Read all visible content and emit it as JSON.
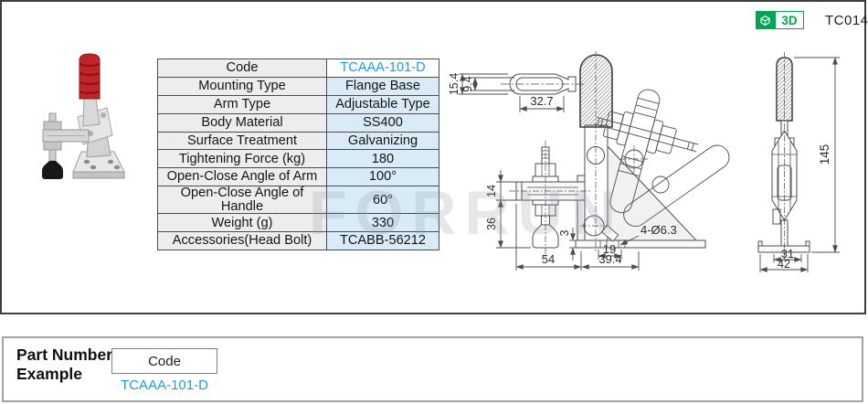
{
  "header": {
    "badge_3d": "3D",
    "product_code": "TC014"
  },
  "spec_table": {
    "rows": [
      {
        "label": "Code",
        "value": "TCAAA-101-D"
      },
      {
        "label": "Mounting Type",
        "value": "Flange Base"
      },
      {
        "label": "Arm Type",
        "value": "Adjustable Type"
      },
      {
        "label": "Body Material",
        "value": "SS400"
      },
      {
        "label": "Surface Treatment",
        "value": "Galvanizing"
      },
      {
        "label": "Tightening Force (kg)",
        "value": "180"
      },
      {
        "label": "Open-Close Angle of Arm",
        "value": "100°"
      },
      {
        "label": "Open-Close  Angle of Handle",
        "value": "60°"
      },
      {
        "label": "Weight (g)",
        "value": "330"
      },
      {
        "label": "Accessories(Head Bolt)",
        "value": "TCABB-56212"
      }
    ]
  },
  "drawings": {
    "top_view": {
      "dim_outer_width": "15.4",
      "dim_slot_width": "9.4",
      "dim_slot_length": "32.7"
    },
    "front_view": {
      "dim_arm_height": "14",
      "dim_spindle_length": "36",
      "dim_base_thickness": "3",
      "dim_arm_length": "54",
      "dim_hole_pitch": "19",
      "dim_base_width": "39.4",
      "hole_callout": "4-Ø6.3"
    },
    "side_view": {
      "dim_total_height": "145",
      "dim_hole_pitch": "31",
      "dim_base_depth": "42"
    }
  },
  "watermark": "FORRUN",
  "part_number_example": {
    "title_line1": "Part Number",
    "title_line2": "Example",
    "code_label": "Code",
    "code_value": "TCAAA-101-D"
  },
  "colors": {
    "accent_blue": "#1f9ad6",
    "badge_green": "#00a651",
    "cell_blue": "#d9ebf7",
    "cell_gray": "#ededed"
  }
}
